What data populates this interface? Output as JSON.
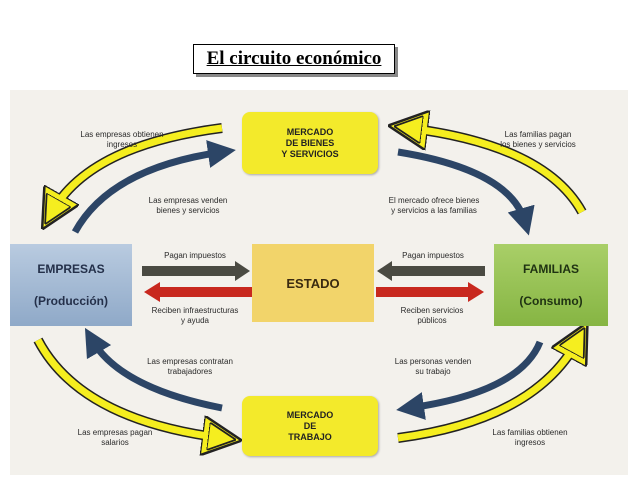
{
  "title": "El circuito económico",
  "boxes": {
    "mercado_bienes": [
      "MERCADO",
      "DE BIENES",
      "Y SERVICIOS"
    ],
    "mercado_trabajo": [
      "MERCADO",
      "DE",
      "TRABAJO"
    ],
    "empresas": "EMPRESAS",
    "empresas_sub": "(Producción)",
    "familias": "FAMILIAS",
    "familias_sub": "(Consumo)",
    "estado": "ESTADO"
  },
  "labels": {
    "empresas_obtienen": [
      "Las empresas obtienen",
      "ingresos"
    ],
    "familias_pagan": [
      "Las familias pagan",
      "los bienes y servicios"
    ],
    "empresas_venden": [
      "Las empresas venden",
      "bienes y servicios"
    ],
    "mercado_ofrece": [
      "El mercado ofrece bienes",
      "y servicios a las familias"
    ],
    "pagan_impuestos_left": "Pagan impuestos",
    "pagan_impuestos_right": "Pagan impuestos",
    "reciben_infra": [
      "Reciben infraestructuras",
      "y ayuda"
    ],
    "reciben_servicios": [
      "Reciben servicios",
      "públicos"
    ],
    "empresas_contratan": [
      "Las empresas contratan",
      "trabajadores"
    ],
    "personas_venden": [
      "Las personas venden",
      "su trabajo"
    ],
    "empresas_pagan": [
      "Las empresas pagan",
      "salarios"
    ],
    "familias_obtienen": [
      "Las familias obtienen",
      "ingresos"
    ]
  },
  "colors": {
    "yellow_arrow": "#f5ee1f",
    "dark_arrow": "#2c4566",
    "red_arrow": "#c8281e",
    "gray_arrow": "#4a4a42",
    "box_yellow": "#f3ea2b"
  }
}
